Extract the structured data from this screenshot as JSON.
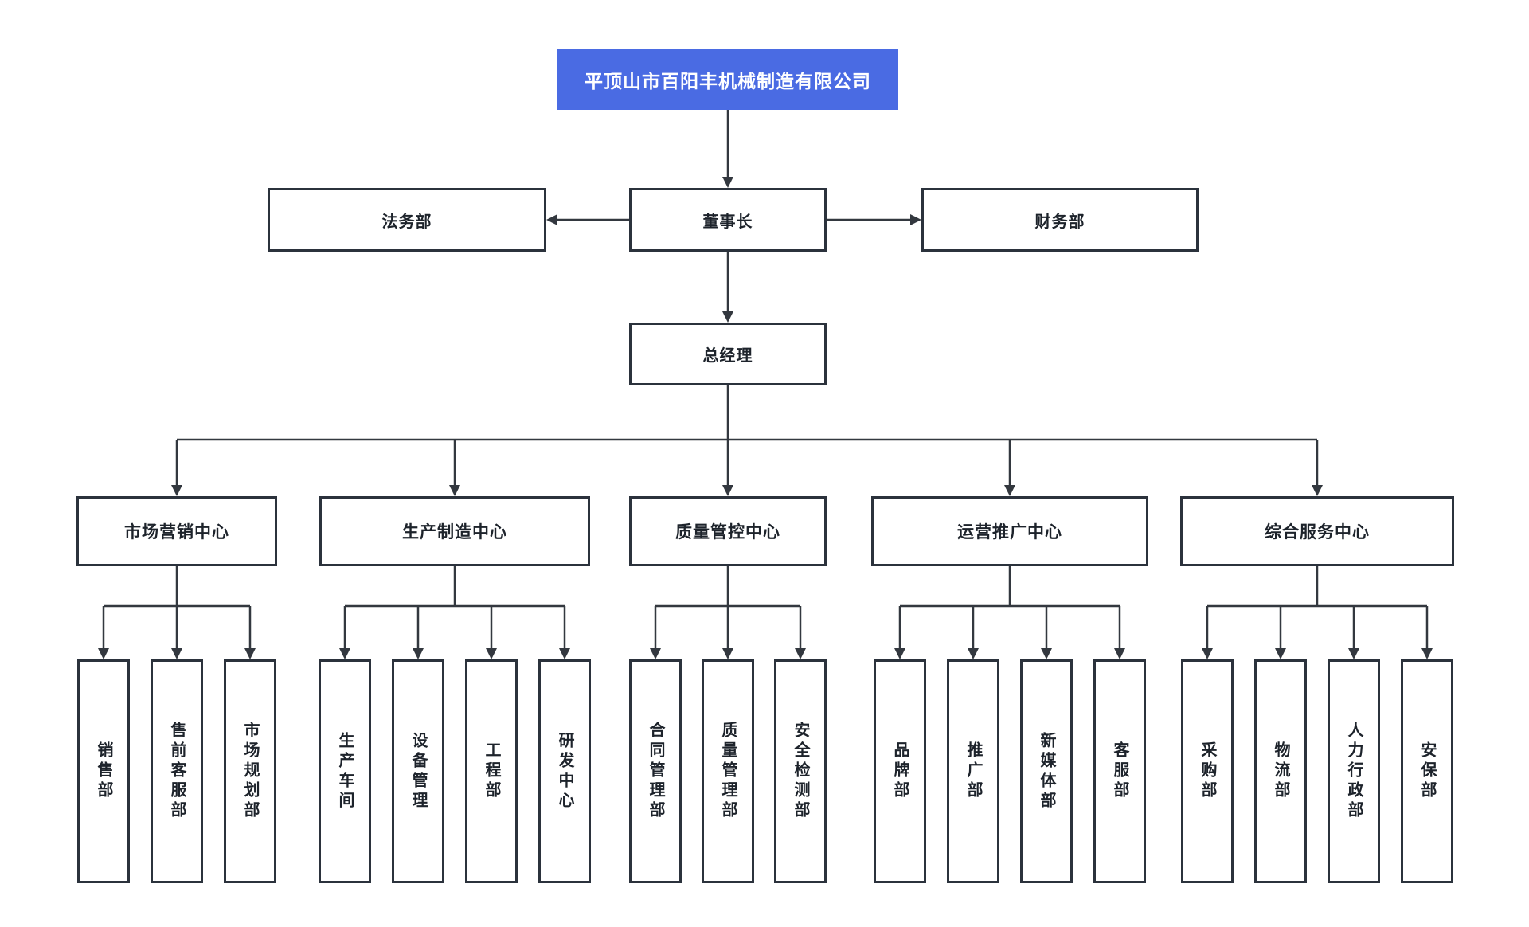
{
  "theme": {
    "canvas_bg": "#ffffff",
    "accent": "#4a6be3",
    "line_color": "#33383f",
    "border_color": "#2b323c",
    "text_color": "#1d232b"
  },
  "org": {
    "root": {
      "label": "平顶山市百阳丰机械制造有限公司"
    },
    "chairman": {
      "label": "董事长"
    },
    "legal": {
      "label": "法务部"
    },
    "finance": {
      "label": "财务部"
    },
    "gm": {
      "label": "总经理"
    },
    "centers": [
      {
        "label": "市场营销中心",
        "children": [
          "销售部",
          "售前客服部",
          "市场规划部"
        ]
      },
      {
        "label": "生产制造中心",
        "children": [
          "生产车间",
          "设备管理",
          "工程部",
          "研发中心"
        ]
      },
      {
        "label": "质量管控中心",
        "children": [
          "合同管理部",
          "质量管理部",
          "安全检测部"
        ]
      },
      {
        "label": "运营推广中心",
        "children": [
          "品牌部",
          "推广部",
          "新媒体部",
          "客服部"
        ]
      },
      {
        "label": "综合服务中心",
        "children": [
          "采购部",
          "物流部",
          "人力行政部",
          "安保部"
        ]
      }
    ]
  }
}
